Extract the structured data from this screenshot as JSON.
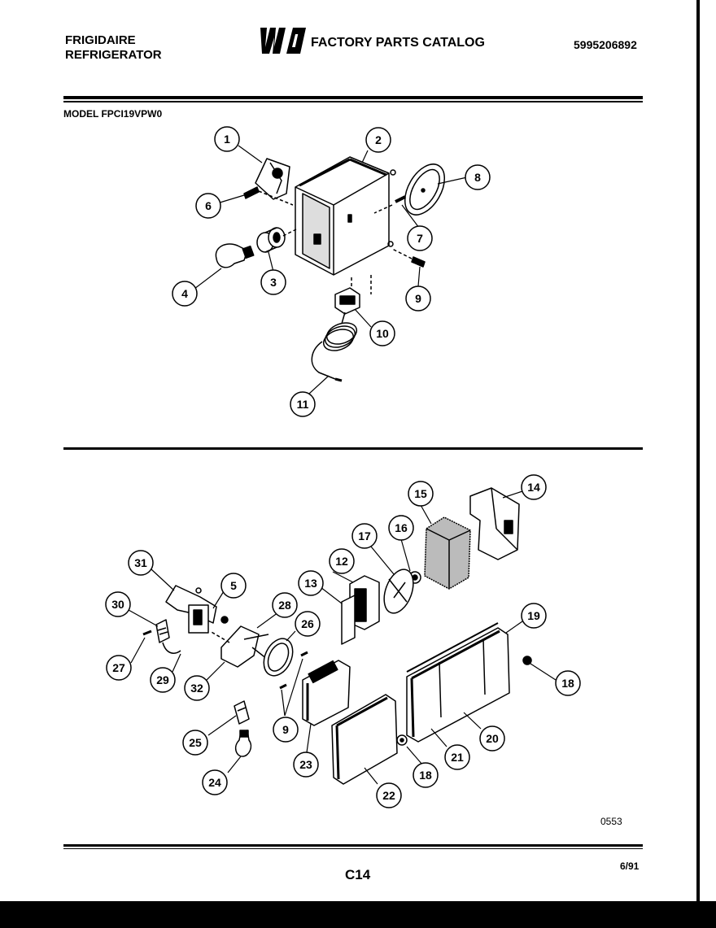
{
  "header": {
    "brand_line1": "FRIGIDAIRE",
    "brand_line2": "REFRIGERATOR",
    "logo_text": "WCI",
    "catalog_title": "FACTORY PARTS CATALOG",
    "catalog_number": "5995206892"
  },
  "model_label": "MODEL FPCI19VPW0",
  "callouts_top": [
    "1",
    "2",
    "3",
    "4",
    "6",
    "7",
    "8",
    "9",
    "10",
    "11"
  ],
  "callouts_bottom": [
    "12",
    "13",
    "14",
    "15",
    "16",
    "17",
    "18",
    "19",
    "20",
    "21",
    "22",
    "23",
    "24",
    "25",
    "26",
    "27",
    "28",
    "29",
    "30",
    "31",
    "32",
    "5",
    "9",
    "18"
  ],
  "illustration_code": "0553",
  "footer": {
    "page": "C14",
    "date": "6/91"
  }
}
